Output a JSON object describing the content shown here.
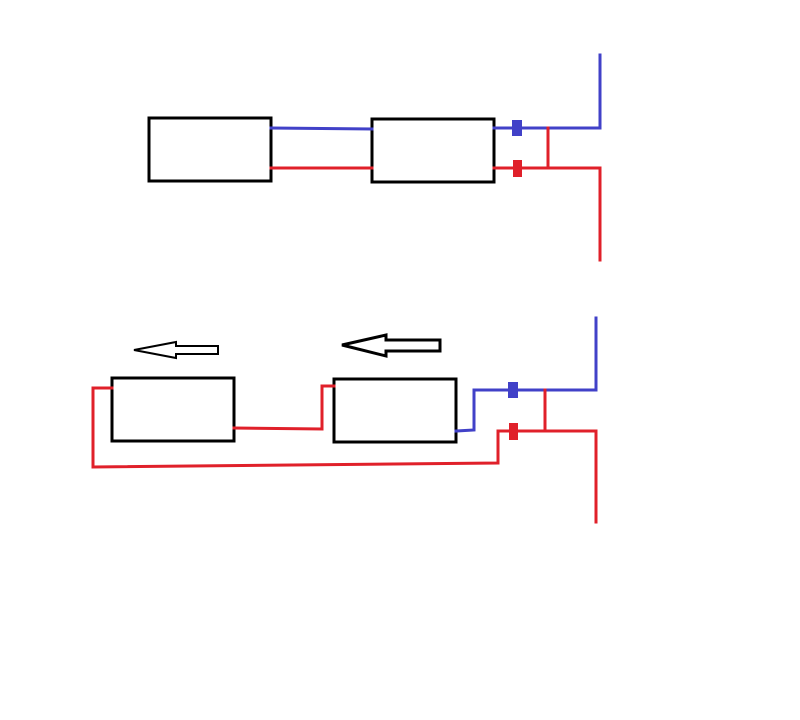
{
  "colors": {
    "background": "#ffffff",
    "box_stroke": "#000000",
    "supply_wire": "#4141c8",
    "return_wire": "#e0202a"
  },
  "diagrams": [
    {
      "id": "top",
      "wiring": "parallel",
      "boxes": 2,
      "valves": [
        "blue-valve",
        "red-valve"
      ],
      "flow_arrows": 0
    },
    {
      "id": "bottom",
      "wiring": "series-loop",
      "boxes": 2,
      "valves": [
        "blue-valve",
        "red-valve"
      ],
      "flow_arrows": 2,
      "flow_direction": "left"
    }
  ]
}
